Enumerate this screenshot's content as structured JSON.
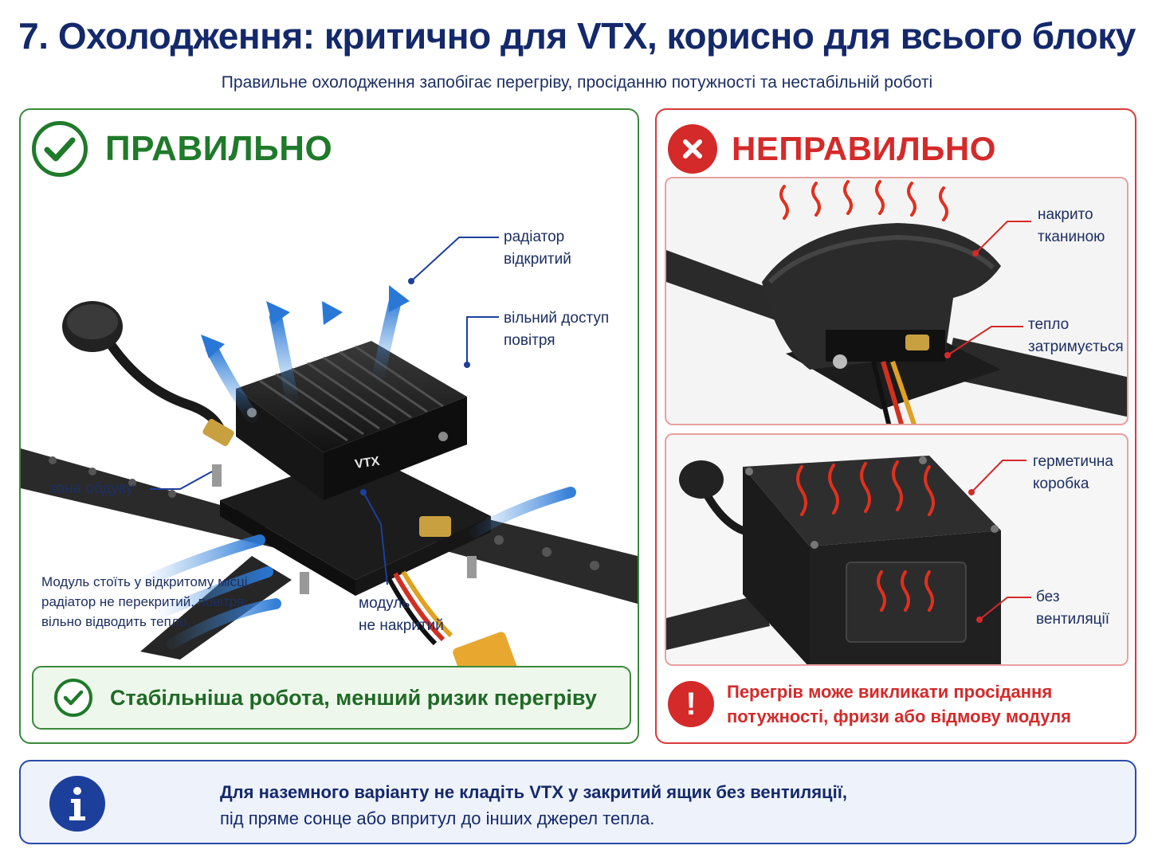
{
  "header": {
    "title": "7. Охолодження: критично для VTX, корисно для всього блоку",
    "subtitle": "Правильне охолодження запобігає перегріву, просіданню потужності та нестабільній роботі"
  },
  "good": {
    "heading": "ПРАВИЛЬНО",
    "module_mark": "VTX",
    "labels": {
      "radiator": [
        "радіатор",
        "відкритий"
      ],
      "air": [
        "вільний доступ",
        "повітря"
      ],
      "blow_zone": "зона обдуву",
      "not_covered": [
        "модуль",
        "не накритий"
      ]
    },
    "note": [
      "Модуль стоїть у відкритому місці,",
      "радіатор не перекритий, повітря",
      "вільно відводить тепло."
    ],
    "footer": "Стабільніша робота, менший ризик перегріву"
  },
  "bad": {
    "heading": "НЕПРАВИЛЬНО",
    "labels": {
      "cloth": [
        "накрито",
        "тканиною"
      ],
      "heat_held": [
        "тепло",
        "затримується"
      ],
      "sealed_box": [
        "герметична",
        "коробка"
      ],
      "no_vent": [
        "без",
        "вентиляції"
      ]
    },
    "footer": [
      "Перегрів може викликати просідання",
      "потужності, фризи або відмову модуля"
    ],
    "footer_icon": "!"
  },
  "info": {
    "line1": "Для наземного варіанту не кладіть VTX у закритий ящик без вентиляції,",
    "line2": "під пряме сонце або впритул до інших джерел тепла."
  },
  "colors": {
    "good": "#1f7a2a",
    "bad": "#d42a2a",
    "navy": "#14296b",
    "air_arrow": "#4a94e0",
    "heat_wave": "#e0301e"
  }
}
